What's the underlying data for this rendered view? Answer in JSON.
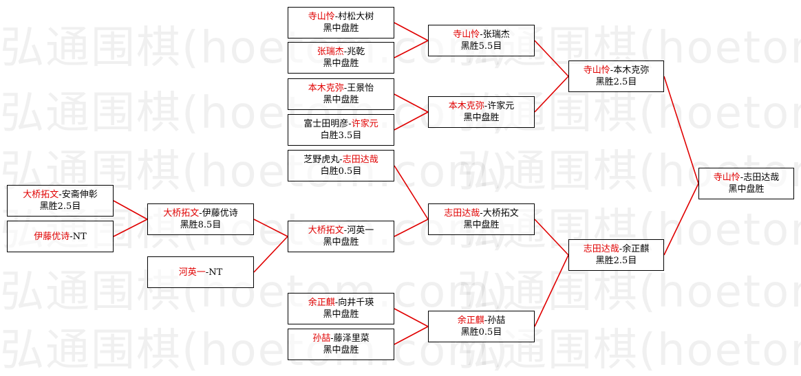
{
  "watermark": "弘通围棋(hoetom.com)",
  "colors": {
    "winner": "#e00000",
    "text": "#000000",
    "line": "#e00000",
    "border": "#000000"
  },
  "matches": [
    {
      "id": "r1-01",
      "a": "寺山怜",
      "b": "村松大树",
      "winner": "a",
      "result": "黑中盘胜"
    },
    {
      "id": "r1-02",
      "a": "张瑞杰",
      "b": "兆乾",
      "winner": "a",
      "result": "黑中盘胜"
    },
    {
      "id": "r1-03",
      "a": "本木克弥",
      "b": "王景怡",
      "winner": "a",
      "result": "黑中盘胜"
    },
    {
      "id": "r1-04",
      "a": "富士田明彦",
      "b": "许家元",
      "winner": "b",
      "result": "白胜3.5目"
    },
    {
      "id": "r1-05",
      "a": "芝野虎丸",
      "b": "志田达哉",
      "winner": "b",
      "result": "白胜0.5目"
    },
    {
      "id": "r1-06",
      "a": "大桥拓文",
      "b": "安斋伸彰",
      "winner": "a",
      "result": "黑胜2.5目"
    },
    {
      "id": "r1-07",
      "a": "伊藤优诗",
      "b": "NT",
      "winner": "a",
      "result": ""
    },
    {
      "id": "r1-08",
      "a": "河英一",
      "b": "NT",
      "winner": "a",
      "result": ""
    },
    {
      "id": "r1-09",
      "a": "余正麒",
      "b": "向井千瑛",
      "winner": "a",
      "result": "黑中盘胜"
    },
    {
      "id": "r1-10",
      "a": "孙喆",
      "b": "藤泽里菜",
      "winner": "a",
      "result": "黑中盘胜"
    },
    {
      "id": "r2-01",
      "a": "大桥拓文",
      "b": "伊藤优诗",
      "winner": "a",
      "result": "黑胜8.5目"
    },
    {
      "id": "r3-01",
      "a": "寺山怜",
      "b": "张瑞杰",
      "winner": "a",
      "result": "黑胜5.5目"
    },
    {
      "id": "r3-02",
      "a": "本木克弥",
      "b": "许家元",
      "winner": "a",
      "result": "黑中盘胜"
    },
    {
      "id": "r3-03",
      "a": "大桥拓文",
      "b": "河英一",
      "winner": "a",
      "result": "黑中盘胜"
    },
    {
      "id": "r3-04",
      "a": "余正麒",
      "b": "孙喆",
      "winner": "a",
      "result": "黑胜0.5目"
    },
    {
      "id": "r4-01",
      "a": "志田达哉",
      "b": "大桥拓文",
      "winner": "a",
      "result": "黑中盘胜"
    },
    {
      "id": "r5-01",
      "a": "寺山怜",
      "b": "本木克弥",
      "winner": "a",
      "result": "黑胜2.5目"
    },
    {
      "id": "r5-02",
      "a": "志田达哉",
      "b": "余正麒",
      "winner": "a",
      "result": "黑胜2.5目"
    },
    {
      "id": "final",
      "a": "寺山怜",
      "b": "志田达哉",
      "winner": "a",
      "result": "黑中盘胜"
    }
  ]
}
